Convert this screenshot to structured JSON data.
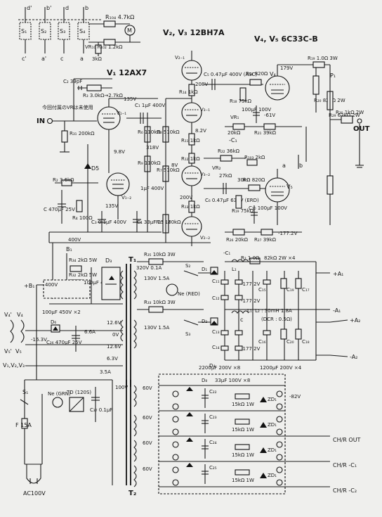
{
  "header": {
    "tube_v2v3": "V₂, V₃ 12BH7A",
    "tube_v4v5": "V₄, V₅ 6C33C-B",
    "tube_v1": "V₁ 12AX7"
  },
  "notes": {
    "vr_note": "今回付属のVRは未使用"
  },
  "terminals": {
    "in": "IN",
    "out": "OUT",
    "c1": "-C₁",
    "b1": "+B₁",
    "a1p": "+A₁",
    "a1n": "-A₁",
    "a2p": "+A₂",
    "a2n": "-A₂",
    "b1_node": "B₁",
    "chr_out": "CH/R OUT",
    "chr_c1": "CH/R -C₁",
    "chr_c2": "CH/R -C₂",
    "ac": "AC100V",
    "v4p": "V₄'",
    "v4": "V₄",
    "v5p": "V₅'",
    "v5": "V₅",
    "v123": "V₁,V₂,V₃",
    "p1": "P₁",
    "sw_cp": "c'",
    "sw_ap": "a'",
    "sw_c": "c",
    "sw_a": "a",
    "sw_dp": "d'",
    "sw_bp": "b'",
    "sw_d": "d",
    "sw_b": "b",
    "node_a": "a",
    "node_b": "b",
    "node_c": "c"
  },
  "switches": [
    "S₁",
    "S₂",
    "S₃",
    "S₄"
  ],
  "labels": {
    "r104": "R₁₀₄ 4.7kΩ",
    "r102": "VR₁₀ R₁₀₂ 1.2kΩ",
    "r_3k": "3kΩ",
    "meter": "M",
    "c2": "C₂ 39pF",
    "r3": "R₃ 3.0kΩ→2.7kΩ",
    "r31": "R₃₁ 200kΩ",
    "v_135": "135V",
    "c1": "C₁ 1μF 400V",
    "r6": "R₆ 110kΩ",
    "r7": "R₇ 510kΩ",
    "r8": "R₈ 510kΩ",
    "r9": "R₉ 110kΩ",
    "r11": "R₁₁ 1kΩ",
    "r12": "R₁₂ 1kΩ",
    "r13": "R₁₃ 1kΩ",
    "r14": "R₁₄ 1kΩ",
    "r15": "R₁₅ 130kΩ",
    "v_208": "208V",
    "v_82": "8.2V",
    "v_318": "318V",
    "v_200": "200V",
    "v_8": "8V",
    "v_98": "9.8V",
    "d5": "D5",
    "r2": "R₂ 3.6kΩ",
    "r4": "R₄ 100Ω",
    "cin": "C 470μF 25V",
    "c3": "C₃ 0.1μF 400V",
    "c4": "C₄ 33μF 250V",
    "c_1u": "1μF 400V",
    "v_400": "400V",
    "c5": "C₅ 0.47μF 400V (ASC)",
    "r18": "R₁₈ 75kΩ",
    "r16": "R₁₆ 820Ω",
    "c9": "100μF 100V",
    "v_61": "-61V",
    "vr1": "VR₁",
    "r_20k_a": "20kΩ",
    "r_39k_a": "R₂₁ 39kΩ",
    "r19": "R₁₉ 1.0Ω 3W",
    "r20": "R₂₀ 82kΩ 2W",
    "r30": "R₃₀ 1kΩ 2W",
    "r29": "R₂₉ 62kΩ 2W",
    "r_36k": "R₂₂ 36kΩ",
    "vr2": "VR₂",
    "r_2k": "R₁₀₃ 2kΩ",
    "r_27k": "27kΩ",
    "r_30k": "30kΩ",
    "c6": "C₆ 0.47μF 630V (ERD)",
    "r_75k_b": "R₁₉ 75kΩ",
    "r17": "R₁₇ 820Ω",
    "c10": "C₁₀ 100μF 100V",
    "r_20k_b": "R₂₆ 20kΩ",
    "r_39k_b": "R₂₇ 39kΩ",
    "v_177": "-177.2V",
    "v_177b": "-177.2V",
    "v_177c": "-177.2V",
    "v_179": "179V",
    "v_400b": "400V",
    "b1_400v": "400V",
    "r34": "R₃₄ 2kΩ 5W",
    "r32": "R₃₂ 2kΩ 5W",
    "d3": "D₃",
    "c_100u": "100μF 450V ×2",
    "c_100_450": "100μF 450V",
    "t1": "T₁",
    "t2": "T₂",
    "v_320": "320V 0.1A",
    "v_130_15": "130V 1.5A",
    "v_130_15b": "130V 1.5A",
    "r35": "R₃₅ 10kΩ 3W",
    "r33": "R₃₃ 10kΩ 3W",
    "s2": "S₂",
    "s3": "S₃",
    "ne_red": "Ne (RED)",
    "c1_mark": "-C₁",
    "l1": "L₁",
    "r_1": "R₂ 1.0Ω",
    "r_82k": "82kΩ 2W ×4",
    "d1": "D₁",
    "d2": "D₂",
    "c11": "C₁₁",
    "c12": "C₁₂",
    "c13": "C₁₃",
    "c14": "C₁₄",
    "c15": "C₁₅",
    "c16": "C₁₆",
    "c17": "C₁₇",
    "c18": "C₁₈",
    "c19": "C₁₉",
    "c20": "C₂₀",
    "r_l": "L₁, L₂ : 30mH 1.8A",
    "r_dcr": "(DCR : 0.5Ω)",
    "v_1772": "-177.2V",
    "c_2200": "2200μF 200V ×8",
    "c_1200": "1200μF 200V ×4",
    "d6": "D₆",
    "c26": "C₂₆ 470μF 25V",
    "v_163": "-16.3V",
    "v_66": "6.6A",
    "v_126": "12.6V",
    "v_126b": "12.6V",
    "v_63": "6.3V",
    "v_0": "0V",
    "v_35": "3.5A",
    "s1": "S₁",
    "ne_grn": "Ne (GRN)",
    "td": "TD (120S)",
    "fuse": "F 15A",
    "c_cap": "C₃₇ 0.1μF",
    "v_100": "100V",
    "v_60": "60V",
    "d8": "D₈",
    "c_33": "33μF 100V ×8",
    "c22": "C₂₂",
    "c23": "C₂₃",
    "c24": "C₂₄",
    "c25": "C₂₅",
    "r_15k": "15kΩ 1W",
    "zd": "ZD₁",
    "v_m82": "-82V"
  }
}
